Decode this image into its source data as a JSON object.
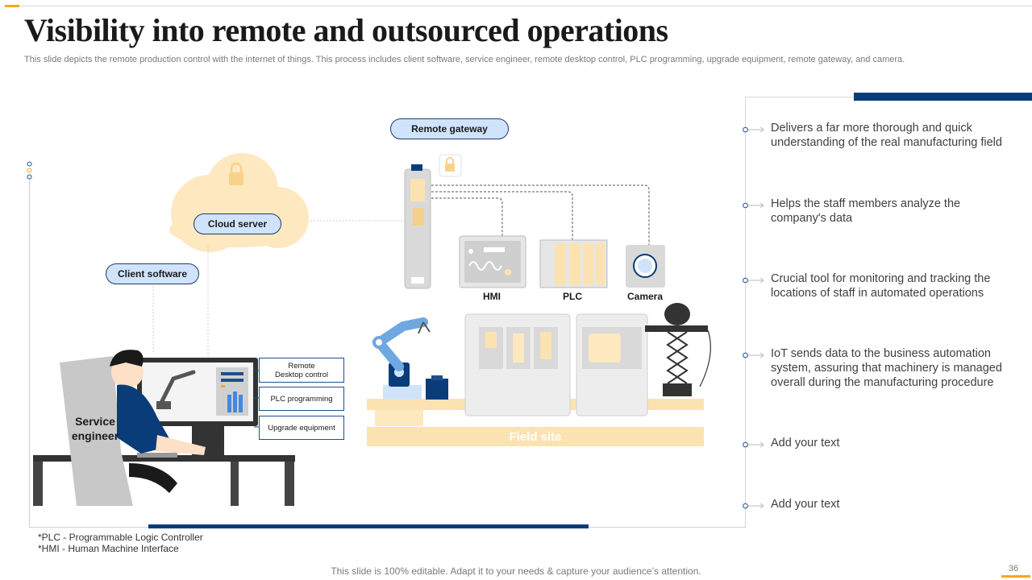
{
  "header": {
    "title": "Visibility into remote and outsourced operations",
    "subtitle": "This slide depicts the remote production control with the internet of things. This process includes client software, service engineer, remote desktop control, PLC programming, upgrade equipment, remote gateway, and camera."
  },
  "diagram": {
    "remote_gateway": "Remote gateway",
    "cloud_server": "Cloud server",
    "client_software": "Client software",
    "service_engineer_line1": "Service",
    "service_engineer_line2": "engineer",
    "remote_desktop_line1": "Remote",
    "remote_desktop_line2": "Desktop control",
    "plc_programming": "PLC programming",
    "upgrade_equipment": "Upgrade equipment",
    "hmi": "HMI",
    "plc": "PLC",
    "camera": "Camera",
    "field_site": "Field site"
  },
  "benefits": [
    "Delivers a far more thorough and quick understanding of the real manufacturing field",
    "Helps the staff members analyze the company's data",
    "Crucial tool for monitoring and tracking the locations of staff in automated operations",
    "IoT sends data to the business automation system, assuring that machinery is managed overall during the manufacturing procedure",
    "Add your text",
    "Add your text"
  ],
  "footnotes": {
    "plc": "*PLC - Programmable Logic Controller",
    "hmi": "*HMI - Human Machine Interface"
  },
  "footer": {
    "note": "This slide is 100% editable. Adapt it to your needs & capture your audience’s attention.",
    "page_number": "36"
  },
  "colors": {
    "accent_navy": "#0b3c7a",
    "accent_orange": "#f5a623",
    "pill_fill": "#cfe4fb",
    "cloud_fill": "#fde8c0",
    "field_fill": "#fbe3b1"
  }
}
